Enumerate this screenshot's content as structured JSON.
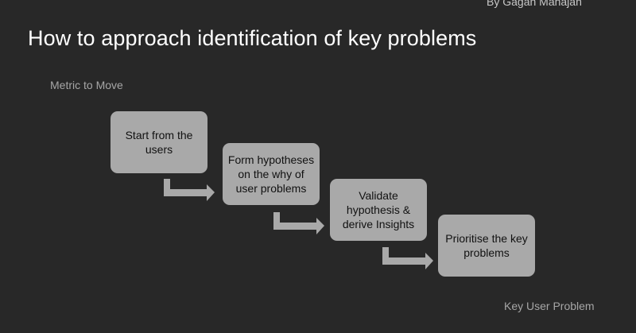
{
  "slide": {
    "author": "By Gagan Mahajan",
    "title": "How to approach identification of key problems",
    "start_label": "Metric to Move",
    "end_label": "Key User Problem"
  },
  "steps": [
    {
      "label": "Start from the users"
    },
    {
      "label": "Form hypotheses on the why of user problems"
    },
    {
      "label": "Validate hypothesis & derive Insights"
    },
    {
      "label": "Prioritise the key problems"
    }
  ],
  "colors": {
    "background": "#282828",
    "step_fill": "#a9a9a9",
    "arrow_fill": "#a9a9a9",
    "title_text": "#ffffff",
    "label_text": "#a6a6a6"
  }
}
